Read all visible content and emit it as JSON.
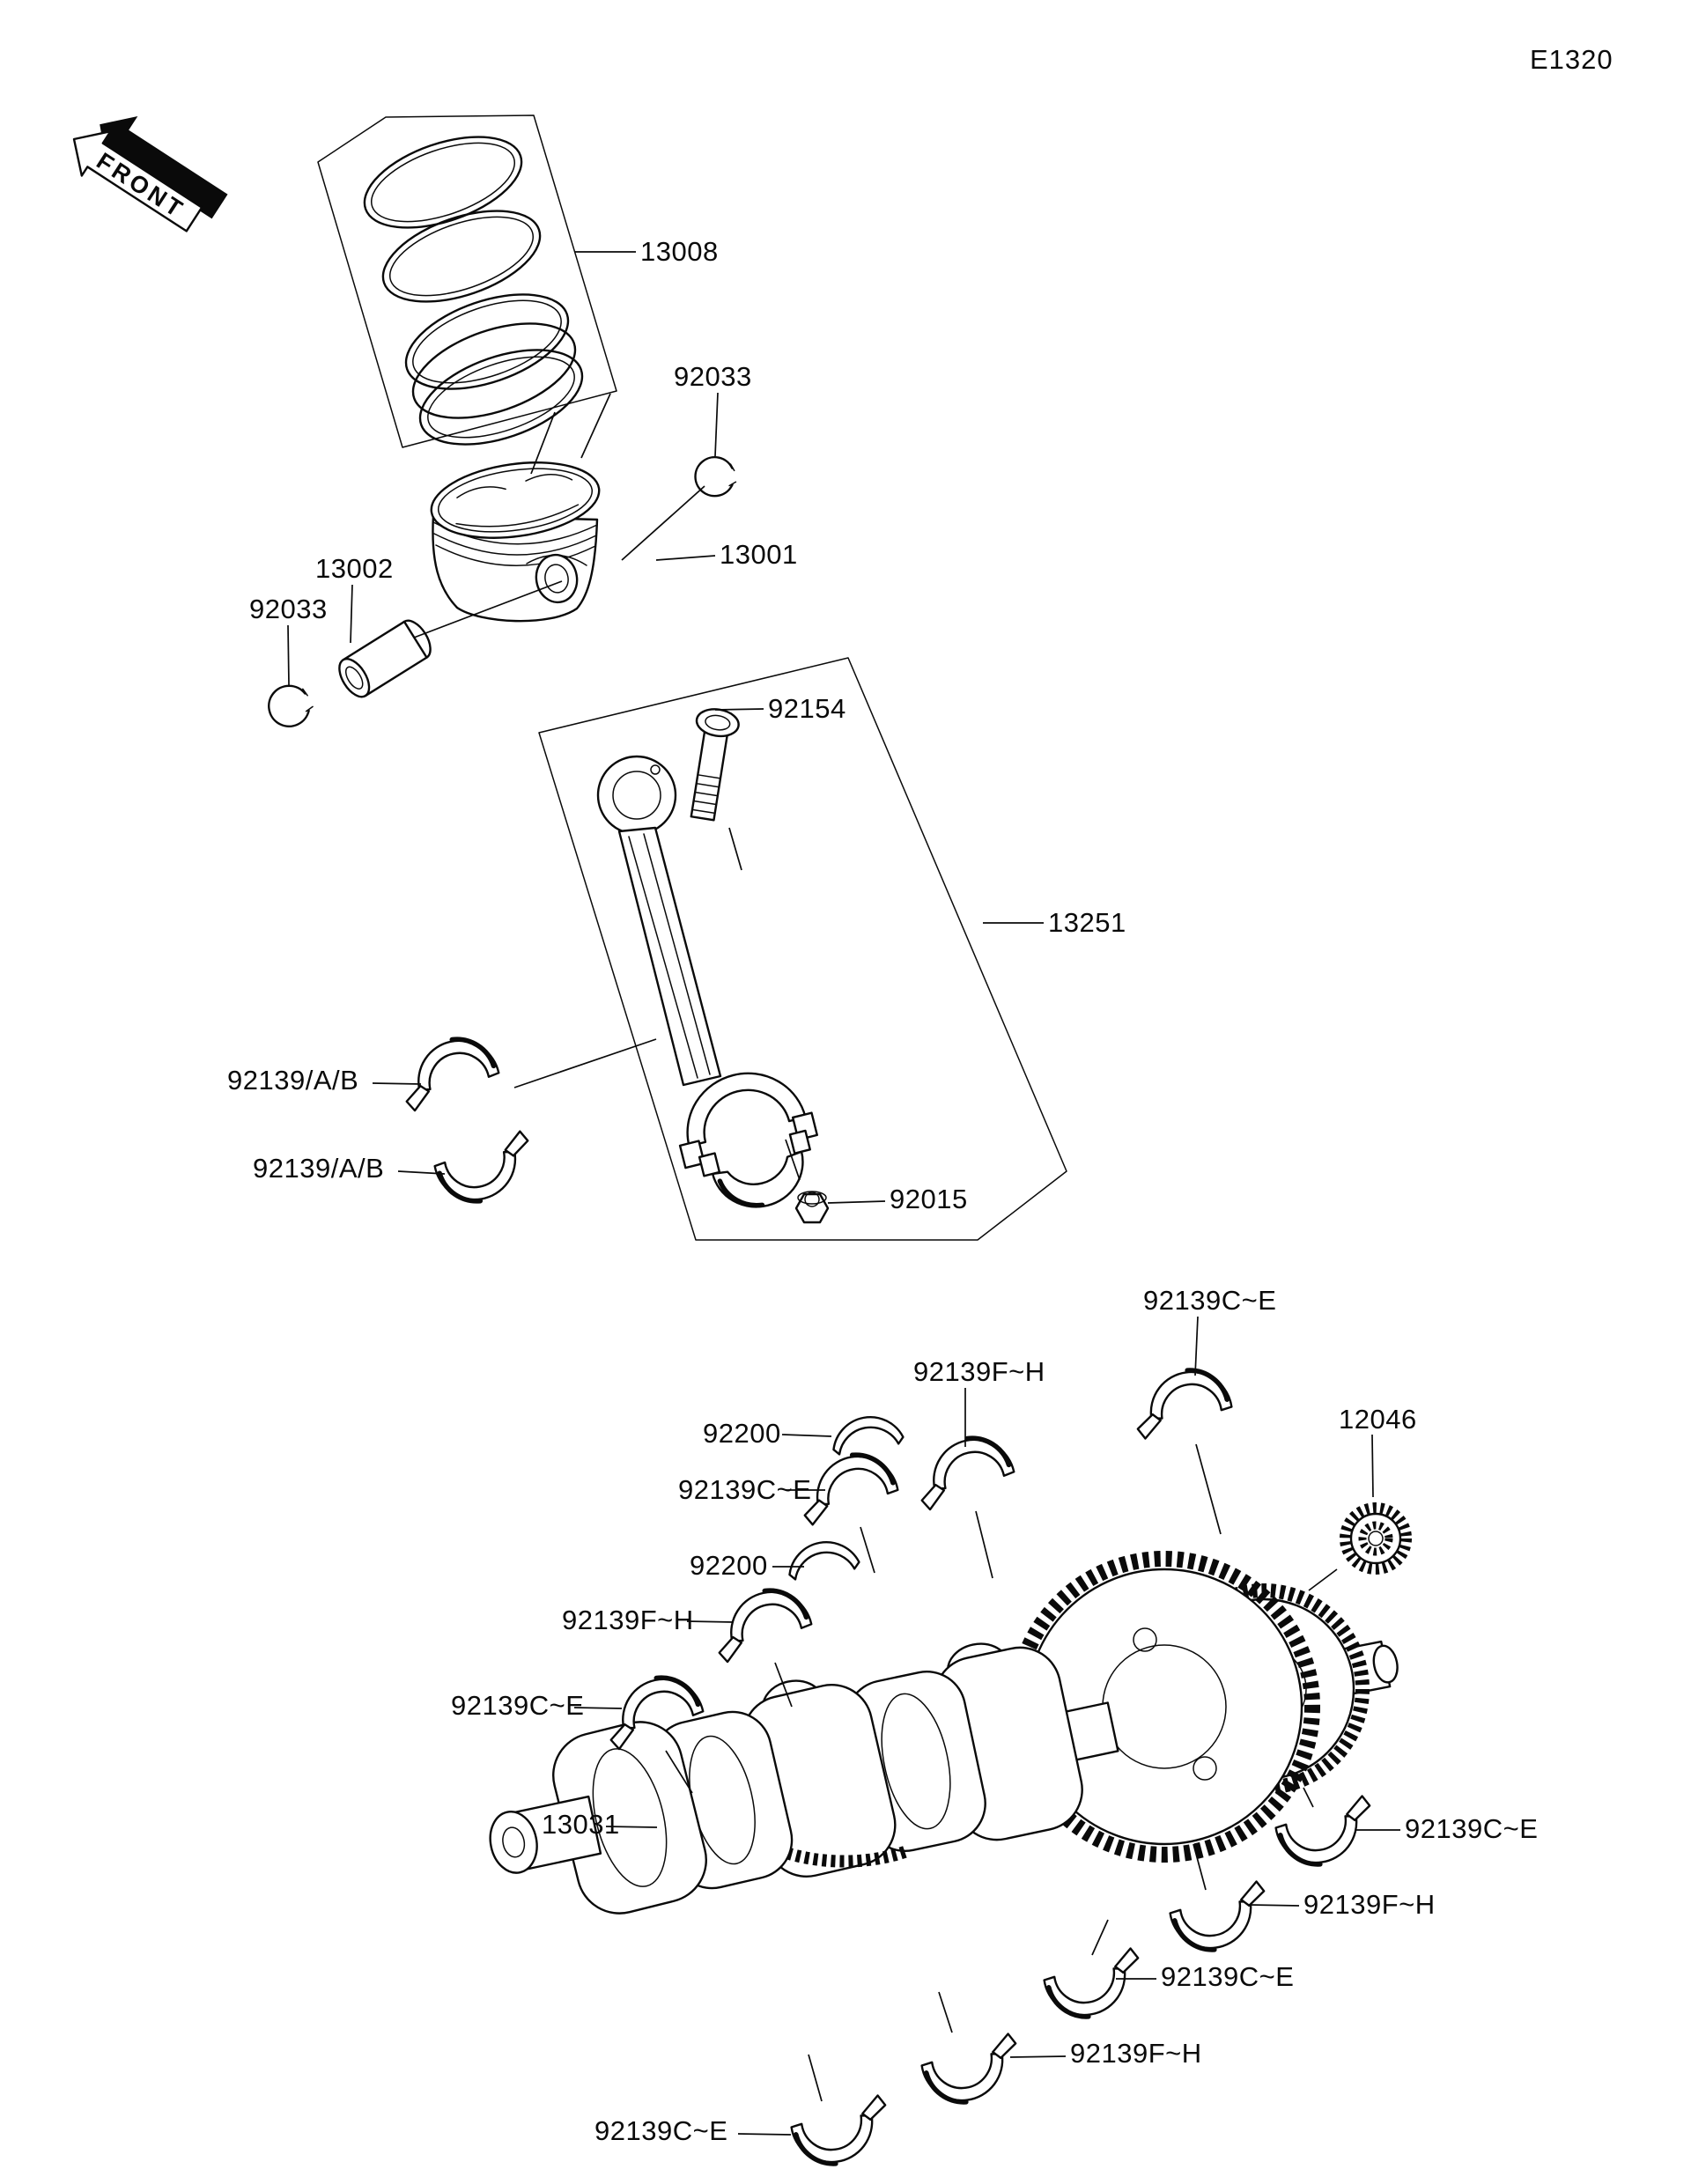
{
  "page": {
    "diagram_code": "E1320",
    "front_marker": "FRONT",
    "background_color": "#ffffff",
    "line_color": "#0a0a0a"
  },
  "callouts": [
    {
      "id": "13008",
      "text": "13008",
      "part": "piston-ring-set"
    },
    {
      "id": "92033-a",
      "text": "92033",
      "part": "circlip-right"
    },
    {
      "id": "13001",
      "text": "13001",
      "part": "piston"
    },
    {
      "id": "13002",
      "text": "13002",
      "part": "piston-pin"
    },
    {
      "id": "92033-b",
      "text": "92033",
      "part": "circlip-left"
    },
    {
      "id": "92154",
      "text": "92154",
      "part": "connecting-rod-bolt"
    },
    {
      "id": "13251",
      "text": "13251",
      "part": "connecting-rod"
    },
    {
      "id": "92139-ab-1",
      "text": "92139/A/B",
      "part": "rod-bearing-upper"
    },
    {
      "id": "92139-ab-2",
      "text": "92139/A/B",
      "part": "rod-bearing-lower"
    },
    {
      "id": "92015",
      "text": "92015",
      "part": "nut"
    },
    {
      "id": "92139-ce-1",
      "text": "92139C~E",
      "part": "main-bearing"
    },
    {
      "id": "92139-fh-1",
      "text": "92139F~H",
      "part": "main-bearing"
    },
    {
      "id": "92200-a",
      "text": "92200",
      "part": "thrust-washer"
    },
    {
      "id": "92139-ce-2",
      "text": "92139C~E",
      "part": "main-bearing"
    },
    {
      "id": "92200-b",
      "text": "92200",
      "part": "thrust-washer"
    },
    {
      "id": "92139-fh-2",
      "text": "92139F~H",
      "part": "main-bearing"
    },
    {
      "id": "92139-ce-3",
      "text": "92139C~E",
      "part": "main-bearing"
    },
    {
      "id": "12046",
      "text": "12046",
      "part": "gear"
    },
    {
      "id": "13031",
      "text": "13031",
      "part": "crankshaft"
    },
    {
      "id": "92139-ce-4",
      "text": "92139C~E",
      "part": "main-bearing"
    },
    {
      "id": "92139-fh-3",
      "text": "92139F~H",
      "part": "main-bearing"
    },
    {
      "id": "92139-ce-5",
      "text": "92139C~E",
      "part": "main-bearing"
    },
    {
      "id": "92139-fh-4",
      "text": "92139F~H",
      "part": "main-bearing"
    },
    {
      "id": "92139-ce-6",
      "text": "92139C~E",
      "part": "main-bearing"
    }
  ]
}
